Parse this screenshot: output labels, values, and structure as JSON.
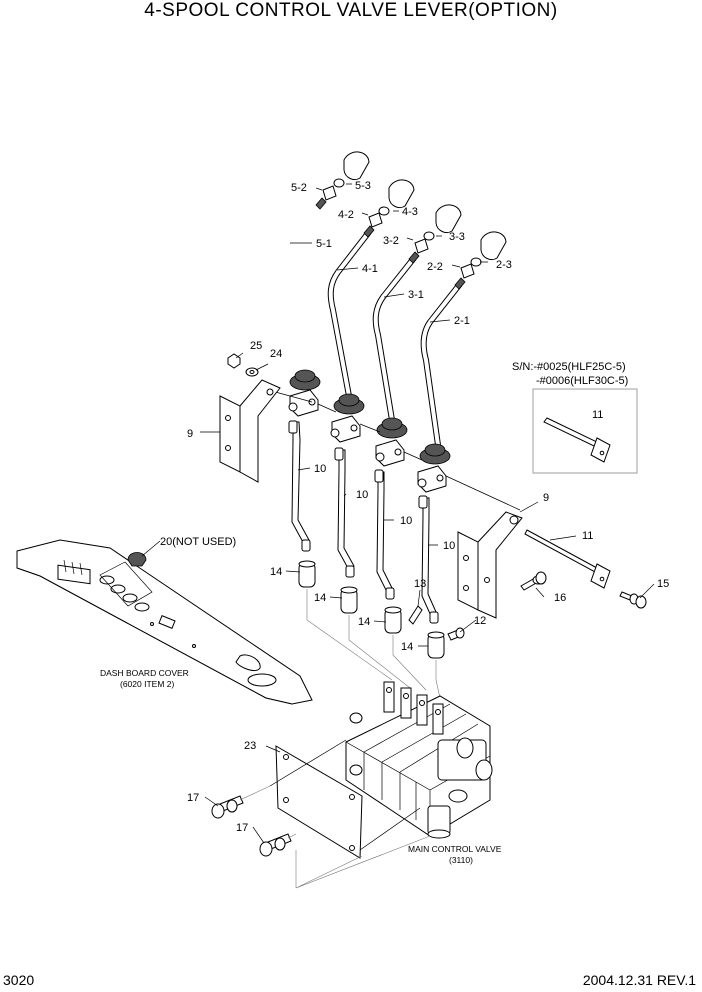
{
  "title": "4-SPOOL CONTROL VALVE LEVER(OPTION)",
  "labels": {
    "p5_2": "5-2",
    "p5_3": "5-3",
    "p5_1": "5-1",
    "p4_2": "4-2",
    "p4_3": "4-3",
    "p4_1": "4-1",
    "p3_2": "3-2",
    "p3_3": "3-3",
    "p3_1": "3-1",
    "p2_2": "2-2",
    "p2_3": "2-3",
    "p2_1": "2-1",
    "p25": "25",
    "p24": "24",
    "p9a": "9",
    "p9b": "9",
    "p10a": "10",
    "p10b": "10",
    "p10c": "10",
    "p10d": "10",
    "p11a": "11",
    "p11b": "11",
    "p14a": "14",
    "p14b": "14",
    "p14c": "14",
    "p14d": "14",
    "p13": "13",
    "p12": "12",
    "p15": "15",
    "p16": "16",
    "p20": "20(NOT USED)",
    "p23": "23",
    "p17a": "17",
    "p17b": "17"
  },
  "inset": {
    "sn1": "S/N:-#0025(HLF25C-5)",
    "sn2": "-#0006(HLF30C-5)"
  },
  "notes": {
    "dash_cover": "DASH BOARD COVER",
    "dash_cover_ref": "(6020 ITEM 2)",
    "main_valve": "MAIN CONTROL VALVE",
    "main_valve_ref": "(3110)"
  },
  "footer": {
    "page": "3020",
    "date_rev": "2004.12.31  REV.1"
  }
}
